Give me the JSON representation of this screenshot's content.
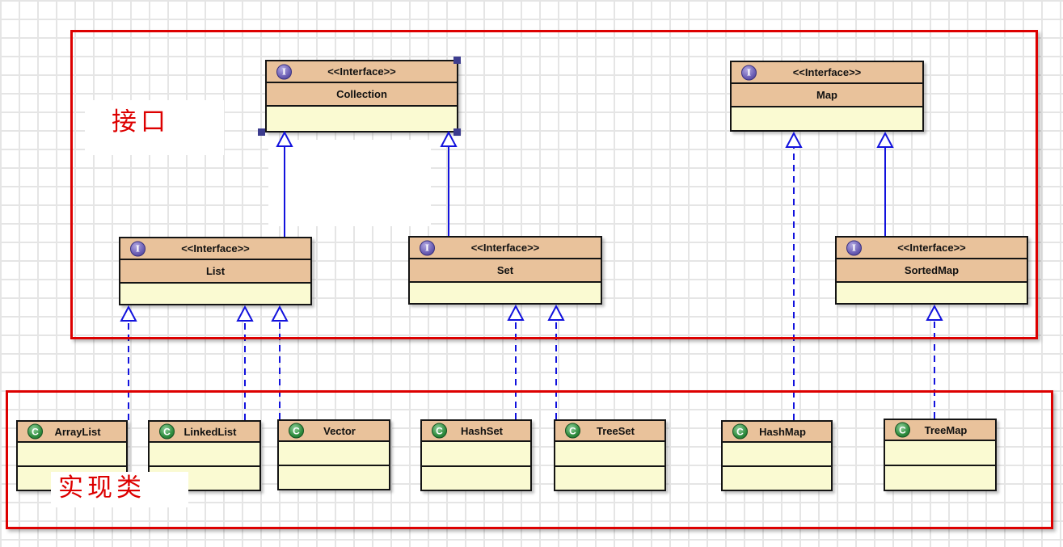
{
  "diagram": {
    "stereotype": "&lt;&lt;Interface&gt;&gt;",
    "stereotype_text": "<<Interface>>",
    "icons": {
      "interface_letter": "I",
      "class_letter": "C"
    },
    "regions": {
      "interfaces_label": "接口",
      "implementations_label": "实现类"
    },
    "interfaces": [
      {
        "name": "Collection",
        "selected": true
      },
      {
        "name": "Map",
        "selected": false
      },
      {
        "name": "List",
        "selected": false
      },
      {
        "name": "Set",
        "selected": false
      },
      {
        "name": "SortedMap",
        "selected": false
      }
    ],
    "classes": [
      {
        "name": "ArrayList"
      },
      {
        "name": "LinkedList"
      },
      {
        "name": "Vector"
      },
      {
        "name": "HashSet"
      },
      {
        "name": "TreeSet"
      },
      {
        "name": "HashMap"
      },
      {
        "name": "TreeMap"
      }
    ],
    "relations": [
      {
        "from": "List",
        "to": "Collection",
        "type": "generalization",
        "line": "solid"
      },
      {
        "from": "Set",
        "to": "Collection",
        "type": "generalization",
        "line": "solid"
      },
      {
        "from": "SortedMap",
        "to": "Map",
        "type": "generalization",
        "line": "solid"
      },
      {
        "from": "ArrayList",
        "to": "List",
        "type": "realization",
        "line": "dashed"
      },
      {
        "from": "LinkedList",
        "to": "List",
        "type": "realization",
        "line": "dashed"
      },
      {
        "from": "Vector",
        "to": "List",
        "type": "realization",
        "line": "dashed"
      },
      {
        "from": "HashSet",
        "to": "Set",
        "type": "realization",
        "line": "dashed"
      },
      {
        "from": "TreeSet",
        "to": "Set",
        "type": "realization",
        "line": "dashed"
      },
      {
        "from": "HashMap",
        "to": "Map",
        "type": "realization",
        "line": "dashed"
      },
      {
        "from": "TreeMap",
        "to": "SortedMap",
        "type": "realization",
        "line": "dashed"
      }
    ],
    "colors": {
      "box_header": "#e9c29b",
      "box_body": "#fafad2",
      "box_border": "#141414",
      "arrow_blue": "#1212dd",
      "region_border": "#dd0000",
      "label_red": "#dd0000",
      "selection_handle": "#3c3c8e",
      "grid_line": "#e5e5e5"
    }
  }
}
